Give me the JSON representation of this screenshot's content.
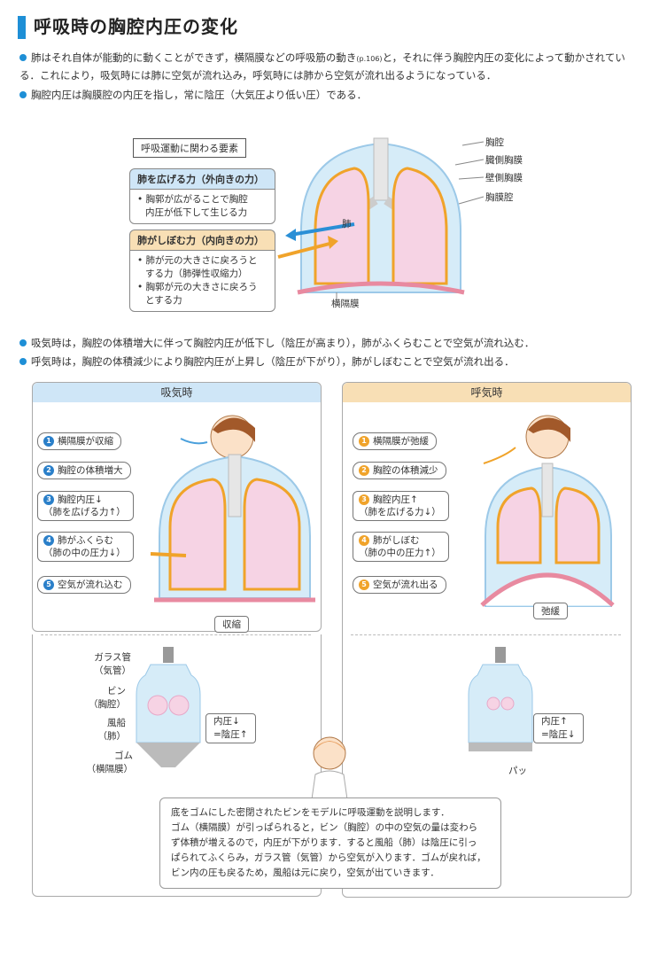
{
  "title": "呼吸時の胸腔内圧の変化",
  "intro": [
    "肺はそれ自体が能動的に動くことができず，横隔膜などの呼吸筋の動き",
    "(p.106)",
    "と，それに伴う胸腔内圧の変化によって動かされている．これにより，吸気時には肺に空気が流れ込み，呼気時には肺から空気が流れ出るようになっている．",
    "胸腔内圧は胸膜腔の内圧を指し，常に陰圧（大気圧より低い圧）である．"
  ],
  "diagram1": {
    "box_title": "呼吸運動に関わる要素",
    "force_out_head": "肺を広げる力（外向きの力）",
    "force_out_body": [
      "• 胸郭が広がることで胸腔",
      "内圧が低下して生じる力"
    ],
    "force_in_head": "肺がしぼむ力（内向きの力）",
    "force_in_body": [
      "• 肺が元の大きさに戻ろうと",
      "する力（肺弾性収縮力）",
      "• 胸郭が元の大きさに戻ろう",
      "とする力"
    ],
    "lung_label": "肺",
    "labels": [
      "胸腔",
      "臓側胸膜",
      "壁側胸膜",
      "胸膜腔"
    ],
    "diaphragm": "横隔膜"
  },
  "mid_bullets": [
    "吸気時は，胸腔の体積増大に伴って胸腔内圧が低下し（陰圧が高まり），肺がふくらむことで空気が流れ込む．",
    "呼気時は，胸腔の体積減少により胸腔内圧が上昇し（陰圧が下がり），肺がしぼむことで空気が流れ出る．"
  ],
  "inhale": {
    "head": "吸気時",
    "steps": [
      {
        "n": "1",
        "text": [
          "横隔膜が収縮"
        ]
      },
      {
        "n": "2",
        "text": [
          "胸腔の体積増大"
        ]
      },
      {
        "n": "3",
        "text": [
          "胸腔内圧↓",
          "（肺を広げる力↑）"
        ]
      },
      {
        "n": "4",
        "text": [
          "肺がふくらむ",
          "（肺の中の圧力↓）"
        ]
      },
      {
        "n": "5",
        "text": [
          "空気が流れ込む"
        ]
      }
    ],
    "tag": "収縮",
    "model_labels": [
      "ガラス管",
      "（気管）",
      "ビン",
      "（胸腔）",
      "風船",
      "（肺）",
      "ゴム",
      "（横隔膜）"
    ],
    "pressure": [
      "内圧↓",
      "=陰圧↑"
    ]
  },
  "exhale": {
    "head": "呼気時",
    "steps": [
      {
        "n": "1",
        "text": [
          "横隔膜が弛緩"
        ]
      },
      {
        "n": "2",
        "text": [
          "胸腔の体積減少"
        ]
      },
      {
        "n": "3",
        "text": [
          "胸腔内圧↑",
          "（肺を広げる力↓）"
        ]
      },
      {
        "n": "4",
        "text": [
          "肺がしぼむ",
          "（肺の中の圧力↑）"
        ]
      },
      {
        "n": "5",
        "text": [
          "空気が流れ出る"
        ]
      }
    ],
    "tag": "弛緩",
    "pressure": [
      "内圧↑",
      "=陰圧↓"
    ],
    "pa": "パッ"
  },
  "note": [
    "底をゴムにした密閉されたビンをモデルに呼吸運動を説明します．",
    "ゴム（横隔膜）が引っぱられると，ビン（胸腔）の中の空気の量は変わら",
    "ず体積が増えるので，内圧が下がります．すると風船（肺）は陰圧に引っ",
    "ぱられてふくらみ，ガラス管（気管）から空気が入ります．ゴムが戻れば，",
    "ビン内の圧も戻るため，風船は元に戻り，空気が出ていきます．"
  ],
  "colors": {
    "accent": "#1e8fd6",
    "lung": "#f6d3e4",
    "pleura": "#f0a32a",
    "cavity": "#d6ecf8",
    "inhale_head": "#cfe6f7",
    "exhale_head": "#f8dfb5",
    "diaphragm": "#e88aa0"
  }
}
